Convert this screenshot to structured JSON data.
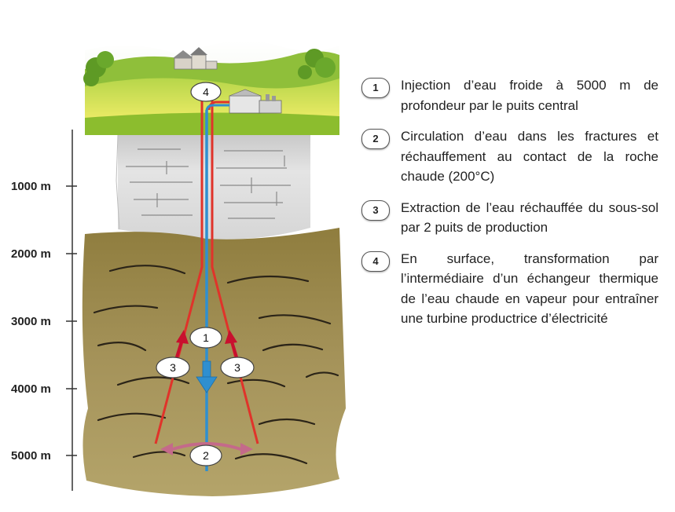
{
  "depth_scale": {
    "labels": [
      "1000 m",
      "2000 m",
      "3000 m",
      "4000 m",
      "5000 m"
    ]
  },
  "markers": {
    "surface": "4",
    "injection": "1",
    "production_left": "3",
    "production_right": "3",
    "circulation": "2"
  },
  "legend": [
    {
      "number": "1",
      "text": "Injection d’eau froide à 5000 m  de profondeur par le puits central"
    },
    {
      "number": "2",
      "text": "Circulation d’eau dans les fractures et réchauffement au contact de la roche chaude (200°C)"
    },
    {
      "number": "3",
      "text": "Extraction de l’eau réchauffée du sous-sol par 2 puits de production"
    },
    {
      "number": "4",
      "text": "En surface, transformation par l’intermédiaire d’un échangeur thermique de l’eau chaude en vapeur pour entraîner une turbine productrice d’électricité"
    }
  ],
  "colors": {
    "cold_water": "#2f8fd0",
    "hot_water": "#e0332a",
    "arrow_red": "#c8102e",
    "circulation_arrow": "#c46a8a",
    "soil": "#a08d4e",
    "sediment": "#dcdcdc",
    "grass": "#9cc43a"
  }
}
